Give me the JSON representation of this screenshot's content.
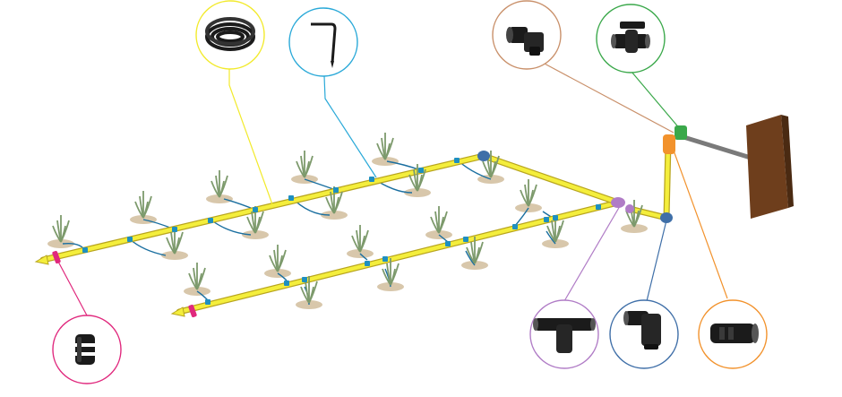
{
  "diagram": {
    "colors": {
      "background": "#ffffff",
      "pipe_fill": "#f4ee3c",
      "pipe_edge": "#b8a51e",
      "connector": "#1e8fc0",
      "drip_line": "#1a6fa0",
      "soil": "#d8c7ab",
      "plant": "#7d9a6c",
      "wall": "#6e3e1c",
      "wall_edge": "#4a2a12",
      "supply_pipe": "#7a7a7a",
      "part_dark": "#1b1b1b",
      "part_highlight": "#8a8a8a"
    },
    "parts": [
      {
        "name": "drip-tubing-coil",
        "icon": "coil-icon",
        "leader_color": "#f2ea2c"
      },
      {
        "name": "dripper-stake",
        "icon": "stake-icon",
        "leader_color": "#2aa9d8"
      },
      {
        "name": "elbow-adapter",
        "icon": "elbow-adapter-icon",
        "leader_color": "#c9906a"
      },
      {
        "name": "ball-valve",
        "icon": "valve-icon",
        "leader_color": "#3aa84a"
      },
      {
        "name": "end-plug",
        "icon": "end-plug-icon",
        "leader_color": "#e0287d"
      },
      {
        "name": "tee-connector",
        "icon": "tee-icon",
        "leader_color": "#b07cc6"
      },
      {
        "name": "elbow-connector",
        "icon": "elbow-icon",
        "leader_color": "#3f6fa8"
      },
      {
        "name": "hose-adapter",
        "icon": "adapter-icon",
        "leader_color": "#f2922c"
      }
    ]
  }
}
